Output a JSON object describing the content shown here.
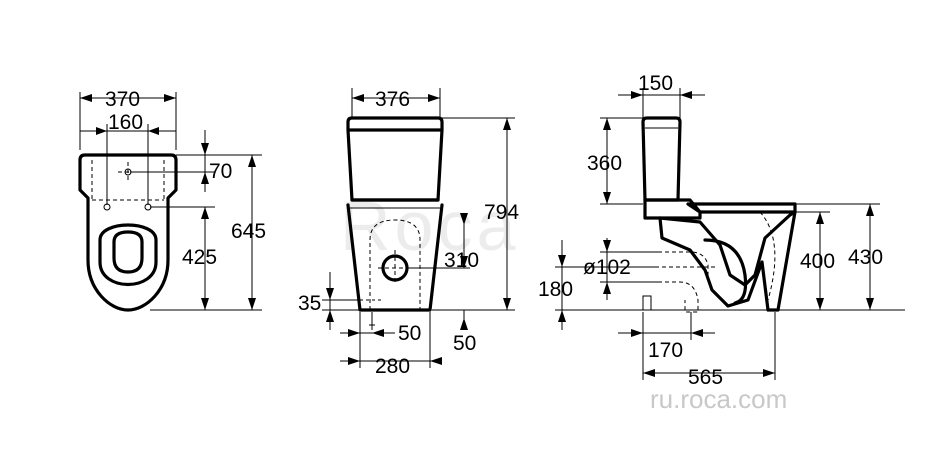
{
  "front_view": {
    "width_total": "370",
    "width_holes": "160",
    "depth_to_holes": "70",
    "length_holes_to_front": "425",
    "length_total": "645"
  },
  "tank_view": {
    "width": "376",
    "height_total": "794",
    "outlet_height": "310",
    "bottom_offset": "35",
    "outlet_offset": "50",
    "right_offset": "50",
    "base_width": "280"
  },
  "side_view": {
    "tank_depth": "150",
    "tank_height": "360",
    "pipe_diameter": "ø102",
    "pipe_center_height": "180",
    "seat_height": "400",
    "total_height": "430",
    "floor_offset": "170",
    "total_depth": "565"
  },
  "watermark": {
    "brand": "Roca",
    "url": "ru.roca.com"
  }
}
